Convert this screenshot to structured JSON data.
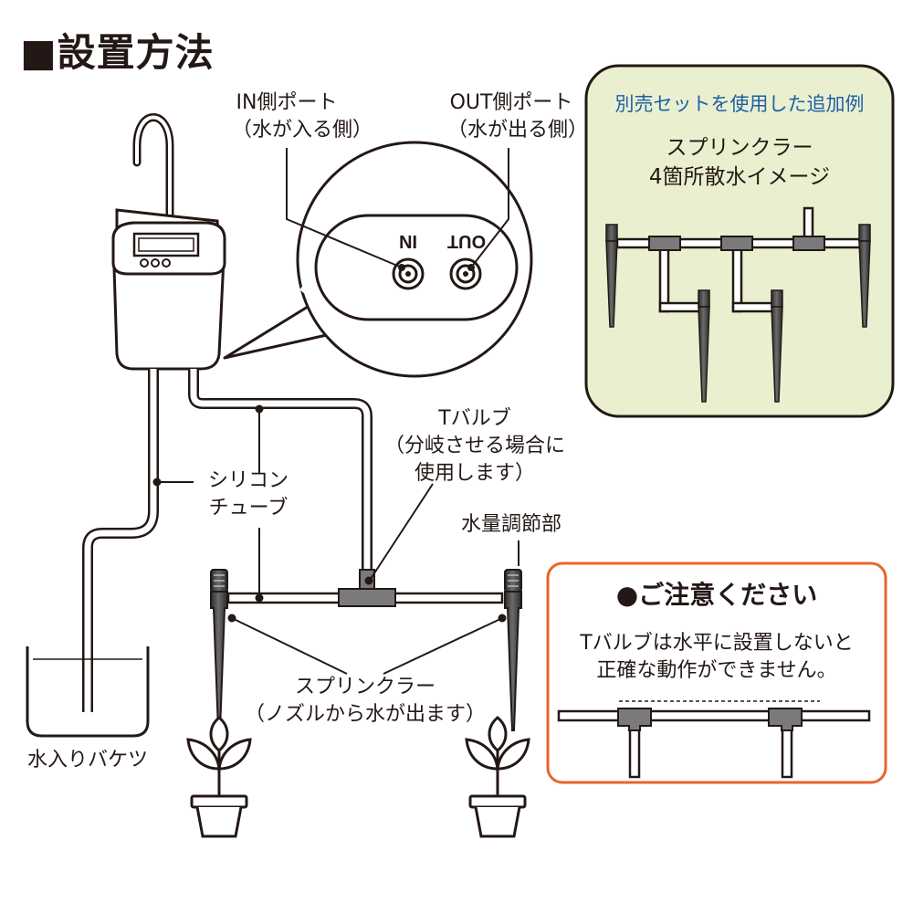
{
  "title": "■設置方法",
  "ports": {
    "in_line1": "IN側ポート",
    "in_line2": "（水が入る側）",
    "out_line1": "OUT側ポート",
    "out_line2": "（水が出る側）",
    "in_mark": "IN",
    "out_mark": "OUT"
  },
  "example_box": {
    "heading": "別売セットを使用した追加例",
    "line1": "スプリンクラー",
    "line2": "4箇所散水イメージ",
    "bg_color": "#eaf0cf"
  },
  "labels": {
    "tube_line1": "シリコン",
    "tube_line2": "チューブ",
    "tvalve_line1": "Tバルブ",
    "tvalve_line2": "（分岐させる場合に",
    "tvalve_line3": "使用します）",
    "flow_adjust": "水量調節部",
    "sprinkler_line1": "スプリンクラー",
    "sprinkler_line2": "（ノズルから水が出ます）",
    "bucket": "水入りバケツ"
  },
  "caution": {
    "title": "●ご注意ください",
    "line1": "Tバルブは水平に設置しないと",
    "line2": "正確な動作ができません。",
    "border_color": "#e8642a"
  }
}
